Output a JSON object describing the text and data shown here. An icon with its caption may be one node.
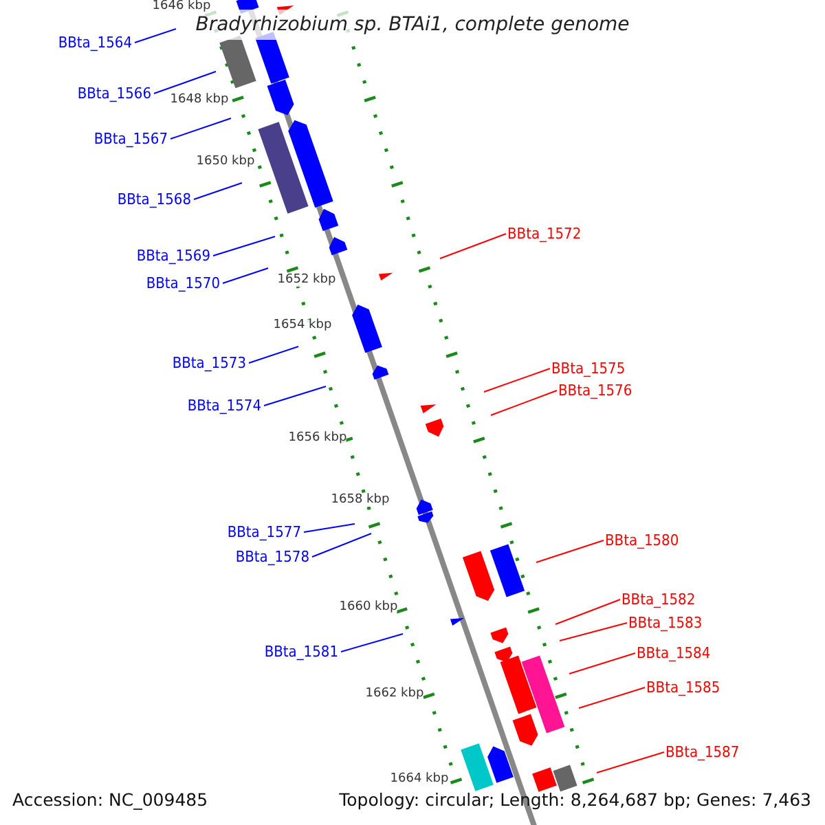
{
  "diagram": {
    "title": "Bradyrhizobium sp. BTAi1, complete genome",
    "nodes": [
      {
        "text": [
          "BBta_1564"
        ]
      },
      {
        "text": [
          "BBta_1566"
        ]
      },
      {
        "text": [
          "BBta_1567"
        ]
      },
      {
        "text": [
          "BBta_1568"
        ]
      },
      {
        "text": [
          "BBta_1569"
        ]
      },
      {
        "text": [
          "BBta_1570"
        ]
      },
      {
        "text": [
          "BBta_1573"
        ]
      },
      {
        "text": [
          "BBta_1574"
        ]
      },
      {
        "text": [
          "BBta_1577"
        ]
      },
      {
        "text": [
          "BBta_1578"
        ]
      },
      {
        "text": [
          "BBta_1581"
        ]
      },
      {
        "text": [
          "BBta_1572"
        ]
      },
      {
        "text": [
          "BBta_1575"
        ]
      },
      {
        "text": [
          "BBta_1576"
        ]
      },
      {
        "text": [
          "BBta_1580"
        ]
      },
      {
        "text": [
          "BBta_1582"
        ]
      },
      {
        "text": [
          "BBta_1583"
        ]
      },
      {
        "text": [
          "BBta_1584"
        ]
      },
      {
        "text": [
          "BBta_1585"
        ]
      },
      {
        "text": [
          "BBta_1587"
        ]
      }
    ],
    "edges": [
      {
        "from": 0,
        "to": null,
        "arrow": "none",
        "color": "#0000ff"
      },
      {
        "from": 1,
        "to": null,
        "arrow": "none",
        "color": "#0000ff"
      },
      {
        "from": 2,
        "to": null,
        "arrow": "none",
        "color": "#0000ff"
      },
      {
        "from": 3,
        "to": null,
        "arrow": "none",
        "color": "#0000ff"
      },
      {
        "from": 4,
        "to": null,
        "arrow": "none",
        "color": "#0000ff"
      },
      {
        "from": 5,
        "to": null,
        "arrow": "none",
        "color": "#0000ff"
      },
      {
        "from": 6,
        "to": null,
        "arrow": "none",
        "color": "#0000ff"
      },
      {
        "from": 7,
        "to": null,
        "arrow": "none",
        "color": "#0000ff"
      },
      {
        "from": 8,
        "to": null,
        "arrow": "none",
        "color": "#0000ff"
      },
      {
        "from": 9,
        "to": null,
        "arrow": "none",
        "color": "#0000ff"
      },
      {
        "from": 10,
        "to": null,
        "arrow": "none",
        "color": "#0000ff"
      },
      {
        "from": 11,
        "to": null,
        "arrow": "none",
        "color": "#ff0000"
      },
      {
        "from": 12,
        "to": null,
        "arrow": "none",
        "color": "#ff0000"
      },
      {
        "from": 13,
        "to": null,
        "arrow": "none",
        "color": "#ff0000"
      },
      {
        "from": 14,
        "to": null,
        "arrow": "none",
        "color": "#ff0000"
      },
      {
        "from": 15,
        "to": null,
        "arrow": "none",
        "color": "#ff0000"
      },
      {
        "from": 16,
        "to": null,
        "arrow": "none",
        "color": "#ff0000"
      },
      {
        "from": 17,
        "to": null,
        "arrow": "none",
        "color": "#ff0000"
      },
      {
        "from": 18,
        "to": null,
        "arrow": "none",
        "color": "#ff0000"
      },
      {
        "from": 19,
        "to": null,
        "arrow": "none",
        "color": "#ff0000"
      }
    ],
    "labels": [
      "1646 kbp",
      "1648 kbp",
      "1650 kbp",
      "1652 kbp",
      "1654 kbp",
      "1656 kbp",
      "1658 kbp",
      "1660 kbp",
      "1662 kbp",
      "1664 kbp",
      "Accession: NC_009485",
      "Topology: circular; Length: 8,264,687 bp; Genes: 7,463"
    ]
  }
}
